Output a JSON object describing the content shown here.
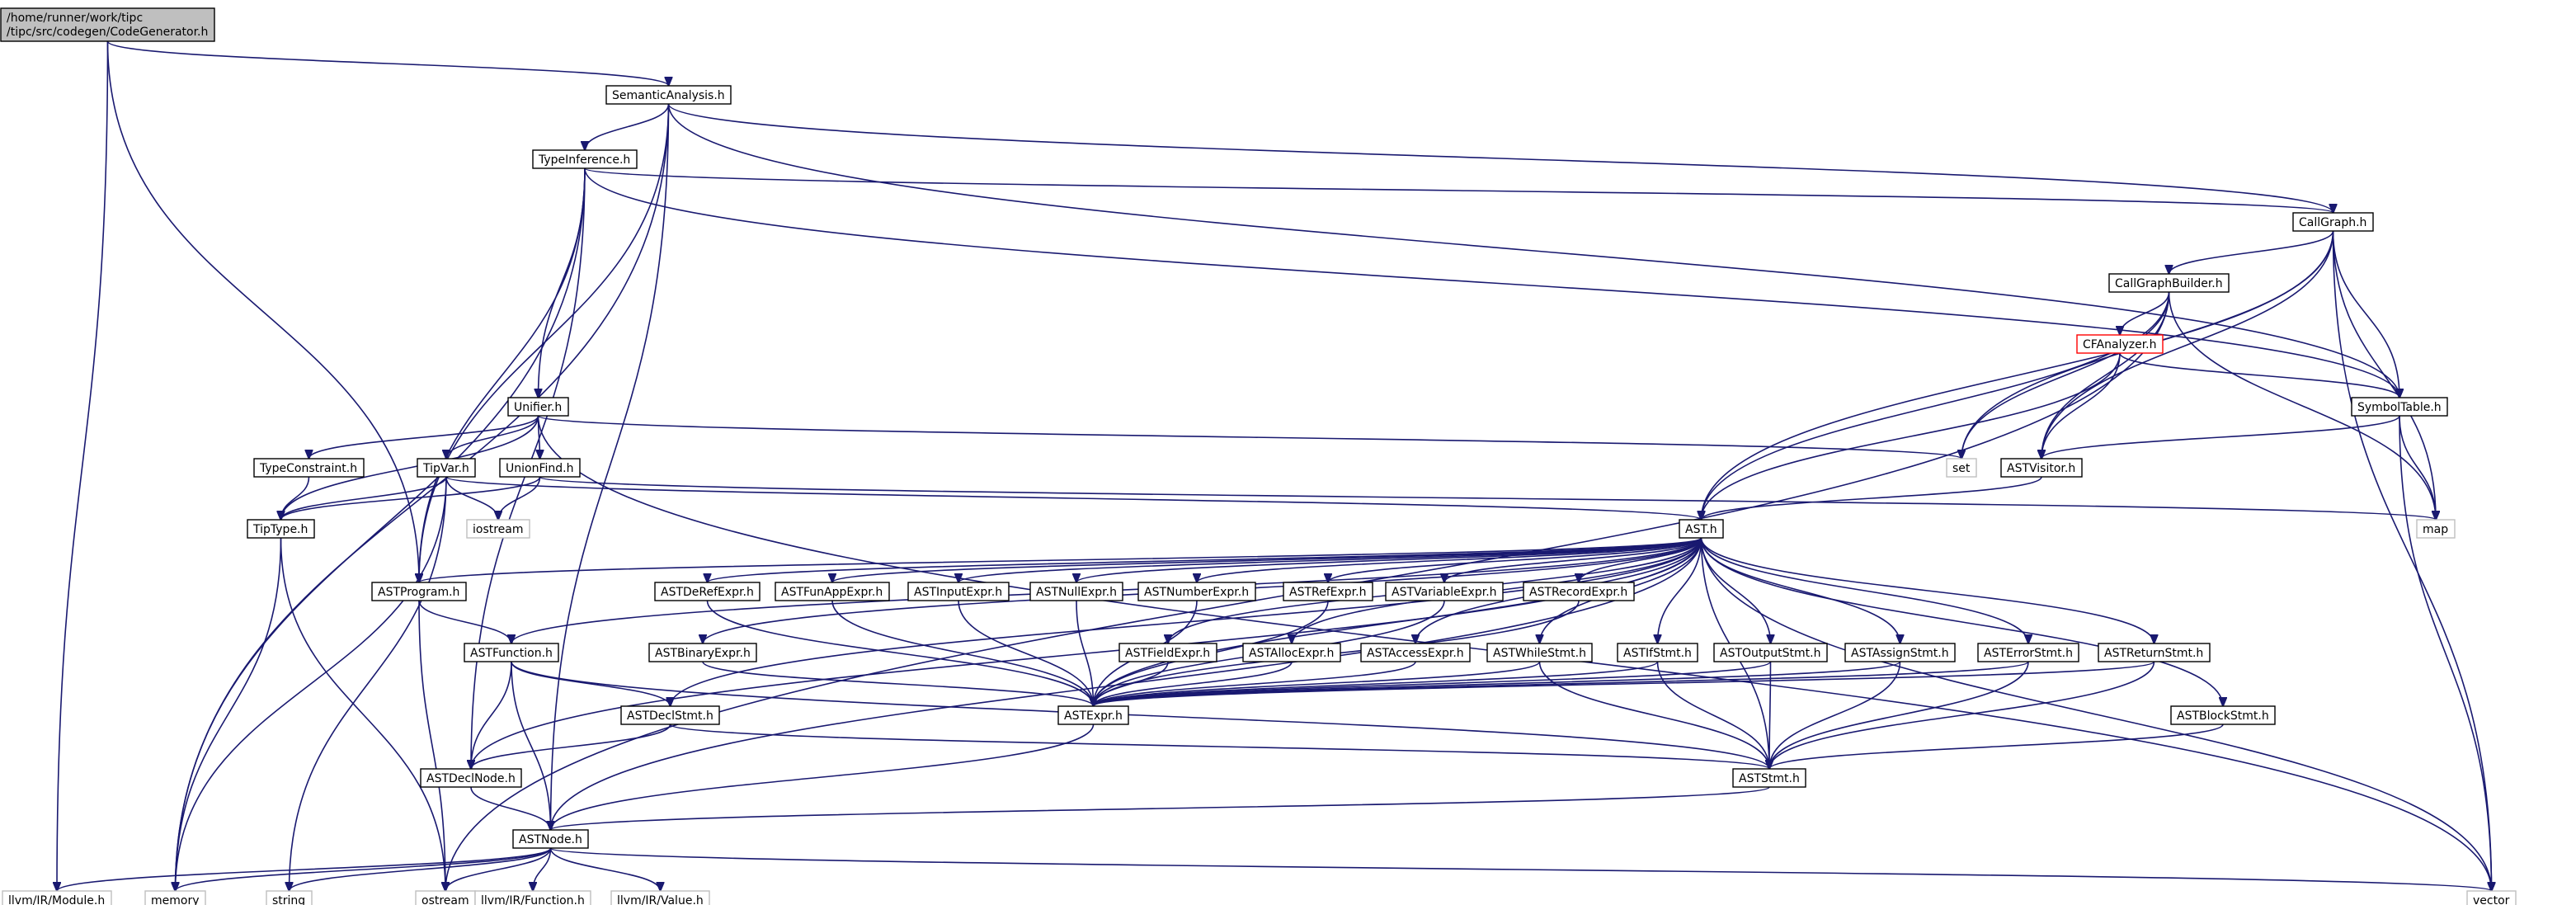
{
  "diagram": {
    "nodes": [
      {
        "id": "codegen",
        "lines": [
          "/home/runner/work/tipc",
          "/tipc/src/codegen/CodeGenerator.h"
        ],
        "style": "root",
        "interactable": true
      },
      {
        "id": "semantic",
        "lines": [
          "SemanticAnalysis.h"
        ],
        "style": "normal",
        "interactable": true
      },
      {
        "id": "typeinf",
        "lines": [
          "TypeInference.h"
        ],
        "style": "normal",
        "interactable": true
      },
      {
        "id": "callgraph",
        "lines": [
          "CallGraph.h"
        ],
        "style": "normal",
        "interactable": true
      },
      {
        "id": "cgbuilder",
        "lines": [
          "CallGraphBuilder.h"
        ],
        "style": "normal",
        "interactable": true
      },
      {
        "id": "cfanalyzer",
        "lines": [
          "CFAnalyzer.h"
        ],
        "style": "red",
        "interactable": true
      },
      {
        "id": "symtab",
        "lines": [
          "SymbolTable.h"
        ],
        "style": "normal",
        "interactable": true
      },
      {
        "id": "astvisitor",
        "lines": [
          "ASTVisitor.h"
        ],
        "style": "normal",
        "interactable": true
      },
      {
        "id": "unifier",
        "lines": [
          "Unifier.h"
        ],
        "style": "normal",
        "interactable": true
      },
      {
        "id": "typecons",
        "lines": [
          "TypeConstraint.h"
        ],
        "style": "normal",
        "interactable": true
      },
      {
        "id": "tipvar",
        "lines": [
          "TipVar.h"
        ],
        "style": "normal",
        "interactable": true
      },
      {
        "id": "unionfind",
        "lines": [
          "UnionFind.h"
        ],
        "style": "normal",
        "interactable": true
      },
      {
        "id": "tiptype",
        "lines": [
          "TipType.h"
        ],
        "style": "normal",
        "interactable": true
      },
      {
        "id": "ast",
        "lines": [
          "AST.h"
        ],
        "style": "normal",
        "interactable": true
      },
      {
        "id": "astprogram",
        "lines": [
          "ASTProgram.h"
        ],
        "style": "normal",
        "interactable": true
      },
      {
        "id": "astfunction",
        "lines": [
          "ASTFunction.h"
        ],
        "style": "normal",
        "interactable": true
      },
      {
        "id": "astderef",
        "lines": [
          "ASTDeRefExpr.h"
        ],
        "style": "normal",
        "interactable": true
      },
      {
        "id": "astfunapp",
        "lines": [
          "ASTFunAppExpr.h"
        ],
        "style": "normal",
        "interactable": true
      },
      {
        "id": "astinput",
        "lines": [
          "ASTInputExpr.h"
        ],
        "style": "normal",
        "interactable": true
      },
      {
        "id": "astnull",
        "lines": [
          "ASTNullExpr.h"
        ],
        "style": "normal",
        "interactable": true
      },
      {
        "id": "astnumber",
        "lines": [
          "ASTNumberExpr.h"
        ],
        "style": "normal",
        "interactable": true
      },
      {
        "id": "astref",
        "lines": [
          "ASTRefExpr.h"
        ],
        "style": "normal",
        "interactable": true
      },
      {
        "id": "astvariable",
        "lines": [
          "ASTVariableExpr.h"
        ],
        "style": "normal",
        "interactable": true
      },
      {
        "id": "astrecord",
        "lines": [
          "ASTRecordExpr.h"
        ],
        "style": "normal",
        "interactable": true
      },
      {
        "id": "astbinary",
        "lines": [
          "ASTBinaryExpr.h"
        ],
        "style": "normal",
        "interactable": true
      },
      {
        "id": "astfield",
        "lines": [
          "ASTFieldExpr.h"
        ],
        "style": "normal",
        "interactable": true
      },
      {
        "id": "astalloc",
        "lines": [
          "ASTAllocExpr.h"
        ],
        "style": "normal",
        "interactable": true
      },
      {
        "id": "astaccess",
        "lines": [
          "ASTAccessExpr.h"
        ],
        "style": "normal",
        "interactable": true
      },
      {
        "id": "astwhile",
        "lines": [
          "ASTWhileStmt.h"
        ],
        "style": "normal",
        "interactable": true
      },
      {
        "id": "astif",
        "lines": [
          "ASTIfStmt.h"
        ],
        "style": "normal",
        "interactable": true
      },
      {
        "id": "astoutput",
        "lines": [
          "ASTOutputStmt.h"
        ],
        "style": "normal",
        "interactable": true
      },
      {
        "id": "astassign",
        "lines": [
          "ASTAssignStmt.h"
        ],
        "style": "normal",
        "interactable": true
      },
      {
        "id": "asterror",
        "lines": [
          "ASTErrorStmt.h"
        ],
        "style": "normal",
        "interactable": true
      },
      {
        "id": "astreturn",
        "lines": [
          "ASTReturnStmt.h"
        ],
        "style": "normal",
        "interactable": true
      },
      {
        "id": "astdeclstmt",
        "lines": [
          "ASTDeclStmt.h"
        ],
        "style": "normal",
        "interactable": true
      },
      {
        "id": "astblock",
        "lines": [
          "ASTBlockStmt.h"
        ],
        "style": "normal",
        "interactable": true
      },
      {
        "id": "astexpr",
        "lines": [
          "ASTExpr.h"
        ],
        "style": "normal",
        "interactable": true
      },
      {
        "id": "astdeclnode",
        "lines": [
          "ASTDeclNode.h"
        ],
        "style": "normal",
        "interactable": true
      },
      {
        "id": "aststmt",
        "lines": [
          "ASTStmt.h"
        ],
        "style": "normal",
        "interactable": true
      },
      {
        "id": "astnode",
        "lines": [
          "ASTNode.h"
        ],
        "style": "normal",
        "interactable": true
      },
      {
        "id": "set",
        "lines": [
          "set"
        ],
        "style": "ext",
        "interactable": false
      },
      {
        "id": "iostream",
        "lines": [
          "iostream"
        ],
        "style": "ext",
        "interactable": false
      },
      {
        "id": "map",
        "lines": [
          "map"
        ],
        "style": "ext",
        "interactable": false
      },
      {
        "id": "vector",
        "lines": [
          "vector"
        ],
        "style": "ext",
        "interactable": false
      },
      {
        "id": "llvmmodule",
        "lines": [
          "llvm/IR/Module.h"
        ],
        "style": "ext",
        "interactable": false
      },
      {
        "id": "memory",
        "lines": [
          "memory"
        ],
        "style": "ext",
        "interactable": false
      },
      {
        "id": "string",
        "lines": [
          "string"
        ],
        "style": "ext",
        "interactable": false
      },
      {
        "id": "ostream",
        "lines": [
          "ostream"
        ],
        "style": "ext",
        "interactable": false
      },
      {
        "id": "llvmfunction",
        "lines": [
          "llvm/IR/Function.h"
        ],
        "style": "ext",
        "interactable": false
      },
      {
        "id": "llvmvalue",
        "lines": [
          "llvm/IR/Value.h"
        ],
        "style": "ext",
        "interactable": false
      }
    ],
    "edges": [
      [
        "codegen",
        "semantic"
      ],
      [
        "codegen",
        "astprogram"
      ],
      [
        "codegen",
        "llvmmodule"
      ],
      [
        "semantic",
        "typeinf"
      ],
      [
        "semantic",
        "callgraph"
      ],
      [
        "semantic",
        "symtab"
      ],
      [
        "semantic",
        "astprogram"
      ],
      [
        "semantic",
        "memory"
      ],
      [
        "semantic",
        "astnode"
      ],
      [
        "typeinf",
        "callgraph"
      ],
      [
        "typeinf",
        "unifier"
      ],
      [
        "typeinf",
        "symtab"
      ],
      [
        "typeinf",
        "astprogram"
      ],
      [
        "typeinf",
        "astdeclnode"
      ],
      [
        "typeinf",
        "memory"
      ],
      [
        "callgraph",
        "cgbuilder"
      ],
      [
        "callgraph",
        "symtab"
      ],
      [
        "callgraph",
        "astvisitor"
      ],
      [
        "callgraph",
        "ast"
      ],
      [
        "callgraph",
        "set"
      ],
      [
        "callgraph",
        "map"
      ],
      [
        "callgraph",
        "vector"
      ],
      [
        "cgbuilder",
        "cfanalyzer"
      ],
      [
        "cgbuilder",
        "astvisitor"
      ],
      [
        "cgbuilder",
        "ast"
      ],
      [
        "cgbuilder",
        "set"
      ],
      [
        "cgbuilder",
        "map"
      ],
      [
        "cgbuilder",
        "ostream"
      ],
      [
        "cfanalyzer",
        "symtab"
      ],
      [
        "cfanalyzer",
        "astvisitor"
      ],
      [
        "cfanalyzer",
        "ast"
      ],
      [
        "symtab",
        "astvisitor"
      ],
      [
        "symtab",
        "map"
      ],
      [
        "symtab",
        "vector"
      ],
      [
        "astvisitor",
        "ast"
      ],
      [
        "unifier",
        "typecons"
      ],
      [
        "unifier",
        "tipvar"
      ],
      [
        "unifier",
        "unionfind"
      ],
      [
        "unifier",
        "tiptype"
      ],
      [
        "unifier",
        "set"
      ],
      [
        "unifier",
        "vector"
      ],
      [
        "typecons",
        "tiptype"
      ],
      [
        "tipvar",
        "tiptype"
      ],
      [
        "tipvar",
        "ast"
      ],
      [
        "tipvar",
        "iostream"
      ],
      [
        "tipvar",
        "memory"
      ],
      [
        "tipvar",
        "string"
      ],
      [
        "unionfind",
        "tiptype"
      ],
      [
        "unionfind",
        "iostream"
      ],
      [
        "unionfind",
        "map"
      ],
      [
        "tiptype",
        "memory"
      ],
      [
        "tiptype",
        "ostream"
      ],
      [
        "ast",
        "astprogram"
      ],
      [
        "ast",
        "astfunction"
      ],
      [
        "ast",
        "astderef"
      ],
      [
        "ast",
        "astfunapp"
      ],
      [
        "ast",
        "astinput"
      ],
      [
        "ast",
        "astnull"
      ],
      [
        "ast",
        "astnumber"
      ],
      [
        "ast",
        "astref"
      ],
      [
        "ast",
        "astvariable"
      ],
      [
        "ast",
        "astrecord"
      ],
      [
        "ast",
        "astbinary"
      ],
      [
        "ast",
        "astfield"
      ],
      [
        "ast",
        "astalloc"
      ],
      [
        "ast",
        "astaccess"
      ],
      [
        "ast",
        "astwhile"
      ],
      [
        "ast",
        "astif"
      ],
      [
        "ast",
        "astoutput"
      ],
      [
        "ast",
        "astassign"
      ],
      [
        "ast",
        "asterror"
      ],
      [
        "ast",
        "astreturn"
      ],
      [
        "ast",
        "astdeclstmt"
      ],
      [
        "ast",
        "astblock"
      ],
      [
        "ast",
        "astexpr"
      ],
      [
        "ast",
        "astdeclnode"
      ],
      [
        "ast",
        "aststmt"
      ],
      [
        "ast",
        "astnode"
      ],
      [
        "ast",
        "vector"
      ],
      [
        "astprogram",
        "astfunction"
      ],
      [
        "astprogram",
        "ostream"
      ],
      [
        "astfunction",
        "astdeclnode"
      ],
      [
        "astfunction",
        "astdeclstmt"
      ],
      [
        "astfunction",
        "aststmt"
      ],
      [
        "astfunction",
        "astnode"
      ],
      [
        "astderef",
        "astexpr"
      ],
      [
        "astfunapp",
        "astexpr"
      ],
      [
        "astinput",
        "astexpr"
      ],
      [
        "astnull",
        "astexpr"
      ],
      [
        "astnumber",
        "astexpr"
      ],
      [
        "astref",
        "astexpr"
      ],
      [
        "astvariable",
        "astexpr"
      ],
      [
        "astrecord",
        "astexpr"
      ],
      [
        "astbinary",
        "astexpr"
      ],
      [
        "astfield",
        "astexpr"
      ],
      [
        "astalloc",
        "astexpr"
      ],
      [
        "astaccess",
        "astexpr"
      ],
      [
        "astwhile",
        "astexpr"
      ],
      [
        "astwhile",
        "aststmt"
      ],
      [
        "astif",
        "astexpr"
      ],
      [
        "astif",
        "aststmt"
      ],
      [
        "astoutput",
        "astexpr"
      ],
      [
        "astoutput",
        "aststmt"
      ],
      [
        "astassign",
        "astexpr"
      ],
      [
        "astassign",
        "aststmt"
      ],
      [
        "asterror",
        "astexpr"
      ],
      [
        "asterror",
        "aststmt"
      ],
      [
        "astreturn",
        "astexpr"
      ],
      [
        "astreturn",
        "aststmt"
      ],
      [
        "astdeclstmt",
        "astdeclnode"
      ],
      [
        "astdeclstmt",
        "aststmt"
      ],
      [
        "astblock",
        "aststmt"
      ],
      [
        "astexpr",
        "astnode"
      ],
      [
        "astdeclnode",
        "astnode"
      ],
      [
        "aststmt",
        "astnode"
      ],
      [
        "astnode",
        "llvmmodule"
      ],
      [
        "astnode",
        "memory"
      ],
      [
        "astnode",
        "string"
      ],
      [
        "astnode",
        "ostream"
      ],
      [
        "astnode",
        "llvmfunction"
      ],
      [
        "astnode",
        "llvmvalue"
      ],
      [
        "astnode",
        "vector"
      ]
    ]
  }
}
